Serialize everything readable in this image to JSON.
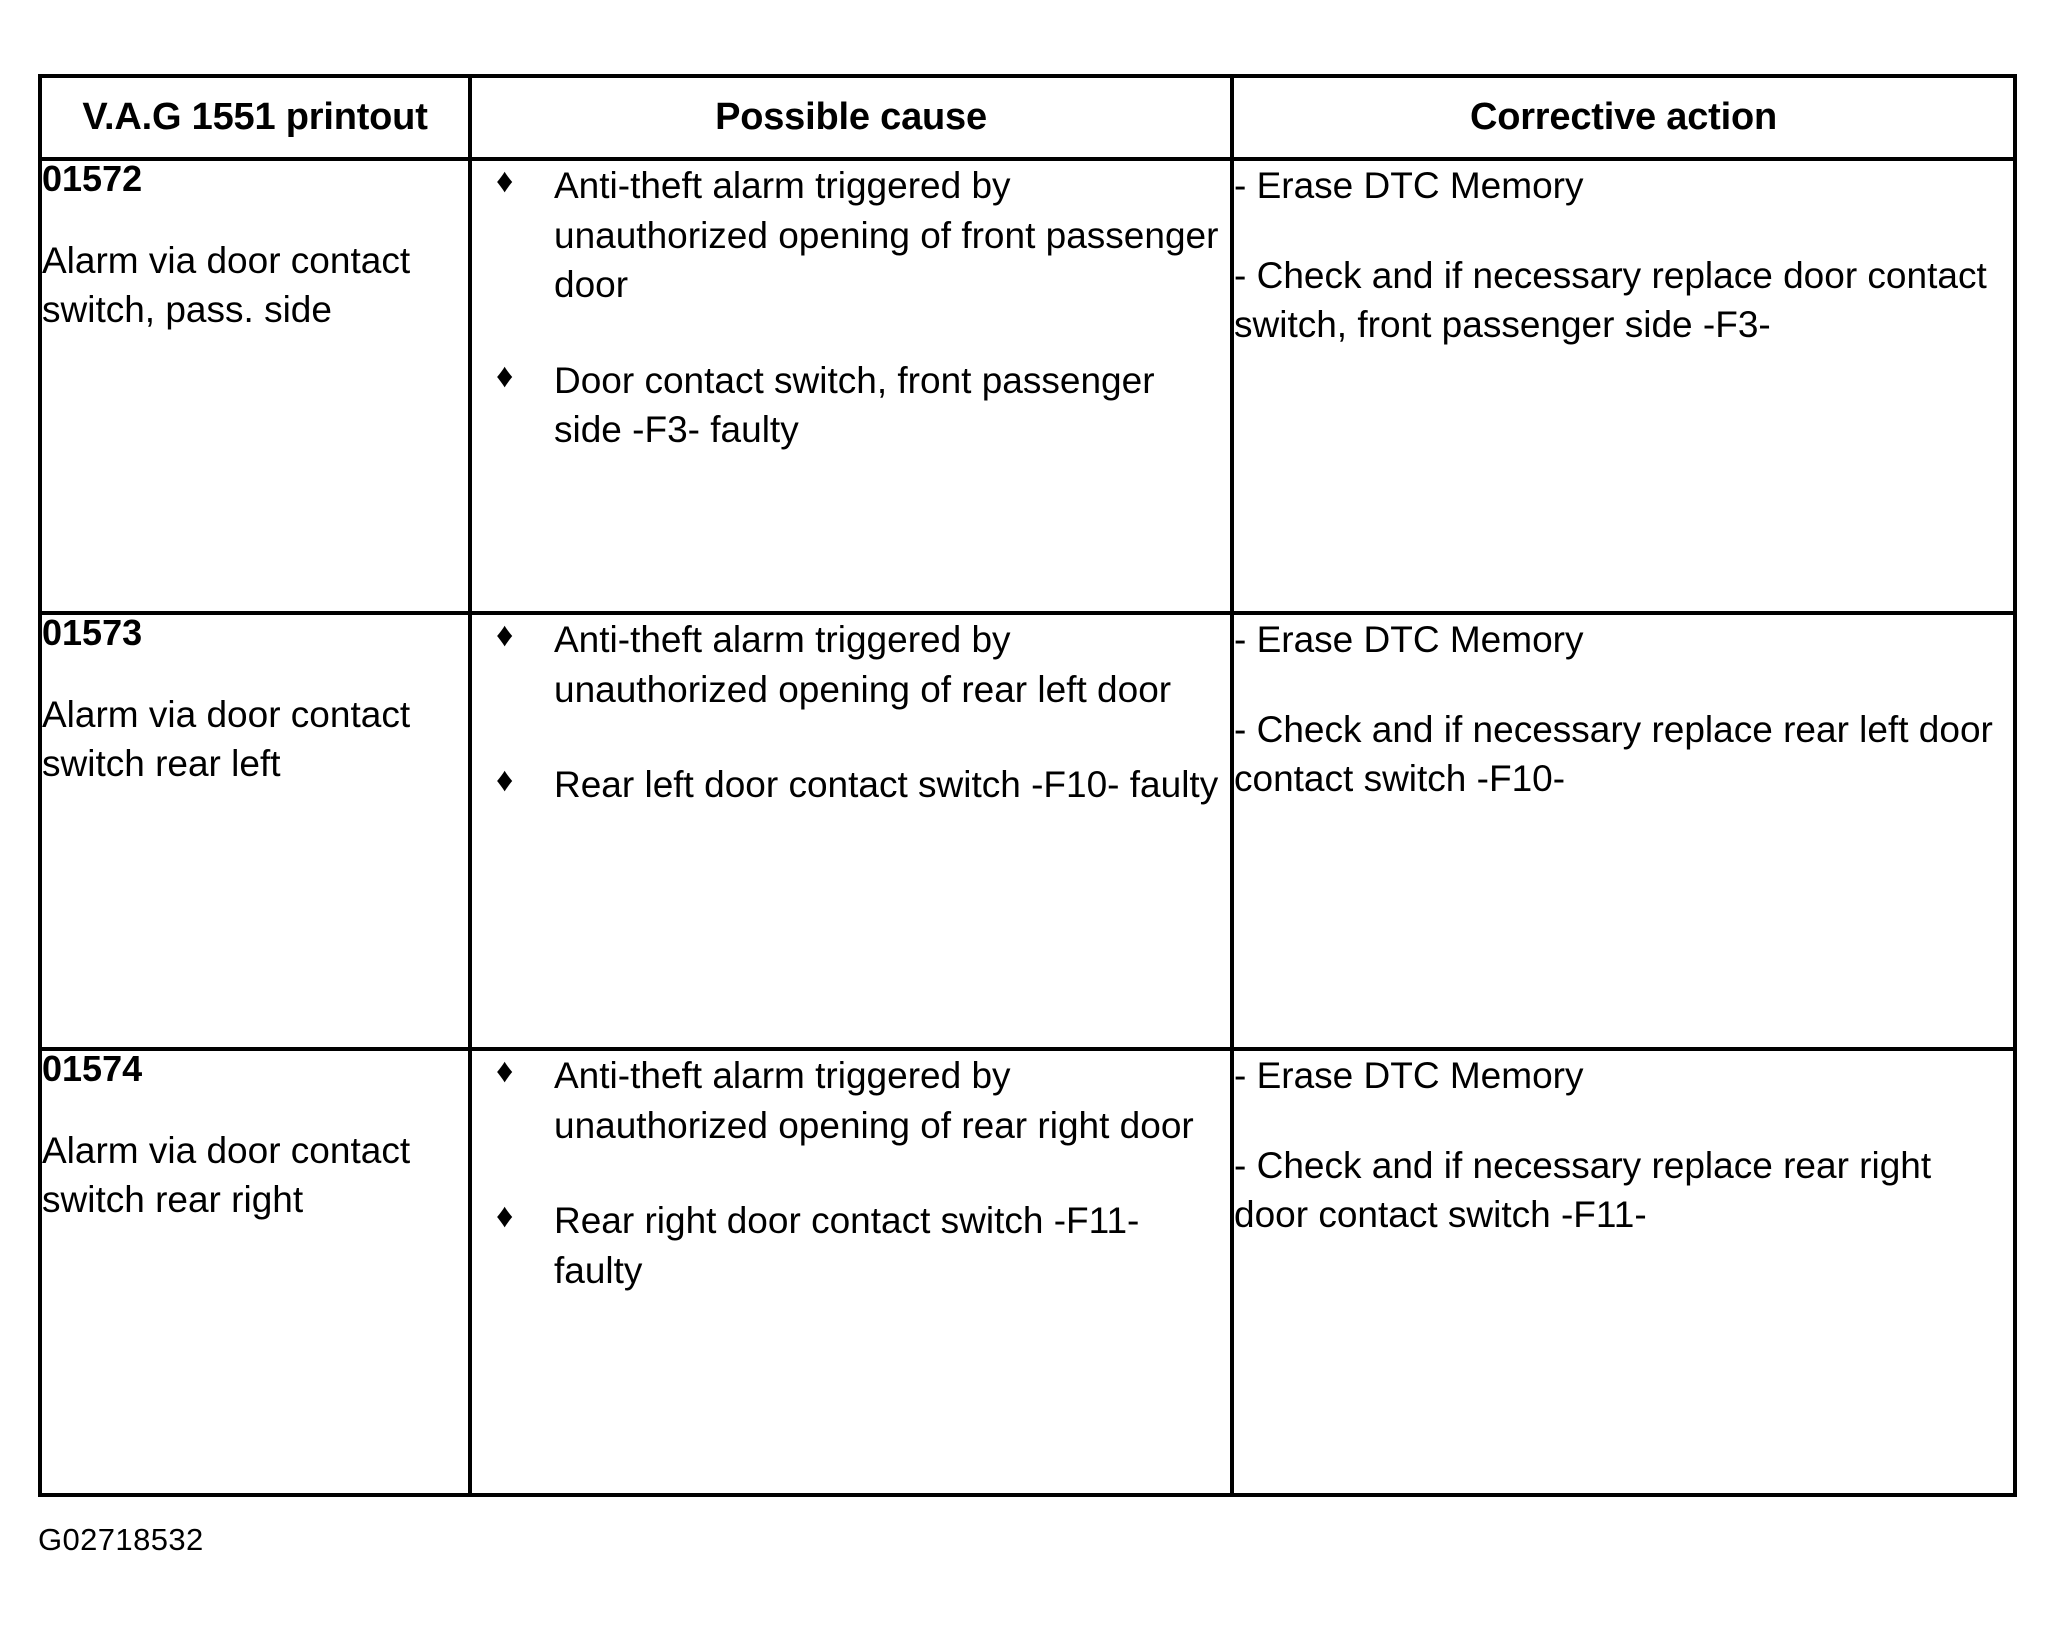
{
  "document": {
    "figure_id": "G02718532",
    "bullet_glyph": "♦"
  },
  "table": {
    "columns": [
      {
        "key": "printout",
        "header": "V.A.G 1551 printout"
      },
      {
        "key": "cause",
        "header": "Possible cause"
      },
      {
        "key": "action",
        "header": "Corrective action"
      }
    ],
    "rows": [
      {
        "code": "01572",
        "description": "Alarm via door contact switch, pass. side",
        "causes": [
          "Anti-theft alarm triggered by unauthorized opening of front passenger door",
          "Door contact switch, front passenger side -F3- faulty"
        ],
        "actions": [
          "- Erase DTC Memory",
          "- Check and if necessary replace door contact switch, front passenger side -F3-"
        ]
      },
      {
        "code": "01573",
        "description": "Alarm via door contact switch rear left",
        "causes": [
          "Anti-theft alarm triggered by unauthorized opening of rear left door",
          "Rear left door contact switch -F10- faulty"
        ],
        "actions": [
          "- Erase DTC Memory",
          "- Check and if necessary replace rear left door contact switch -F10-"
        ]
      },
      {
        "code": "01574",
        "description": "Alarm via door contact switch rear right",
        "causes": [
          "Anti-theft alarm triggered by unauthorized opening of rear right door",
          "Rear right door contact switch -F11- faulty"
        ],
        "actions": [
          "- Erase DTC Memory",
          "- Check and if necessary replace rear right door contact switch -F11-"
        ]
      }
    ]
  }
}
